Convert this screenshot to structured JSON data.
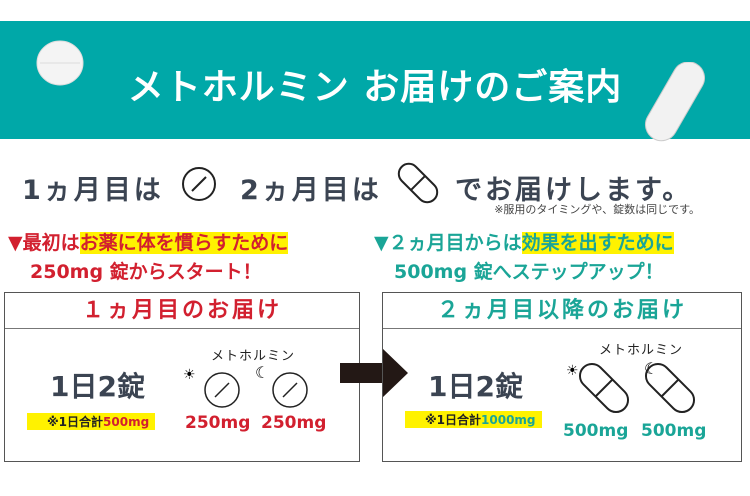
{
  "banner": {
    "title": "メトホルミン お届けのご案内"
  },
  "intro": {
    "month1": "1ヵ月目は",
    "month2": "2ヵ月目は",
    "delivery": "でお届けします。",
    "note": "※服用のタイミングや、錠数は同じです。"
  },
  "left": {
    "heading_prefix": "▼最初は",
    "heading_highlight": "お薬に体を慣らすために",
    "heading_line2": "250mg 錠からスタート！",
    "box_title": "１ヵ月目のお届け",
    "daily": "1日2錠",
    "sum_label": "※1日合計",
    "sum_value": "500mg",
    "drug_name": "メトホルミン",
    "dose_morning": "250mg",
    "dose_night": "250mg"
  },
  "right": {
    "heading_prefix": "▼２ヵ月目からは",
    "heading_highlight": "効果を出すために",
    "heading_line2": "500mg 錠へステップアップ！",
    "box_title": "２ヵ月目以降のお届け",
    "daily": "1日2錠",
    "sum_label": "※1日合計",
    "sum_value": "1000mg",
    "drug_name": "メトホルミン",
    "dose_morning": "500mg",
    "dose_night": "500mg"
  },
  "colors": {
    "teal": "#00a8a8",
    "red": "#d2202f",
    "text": "#3b4452",
    "highlight": "#fff200"
  }
}
